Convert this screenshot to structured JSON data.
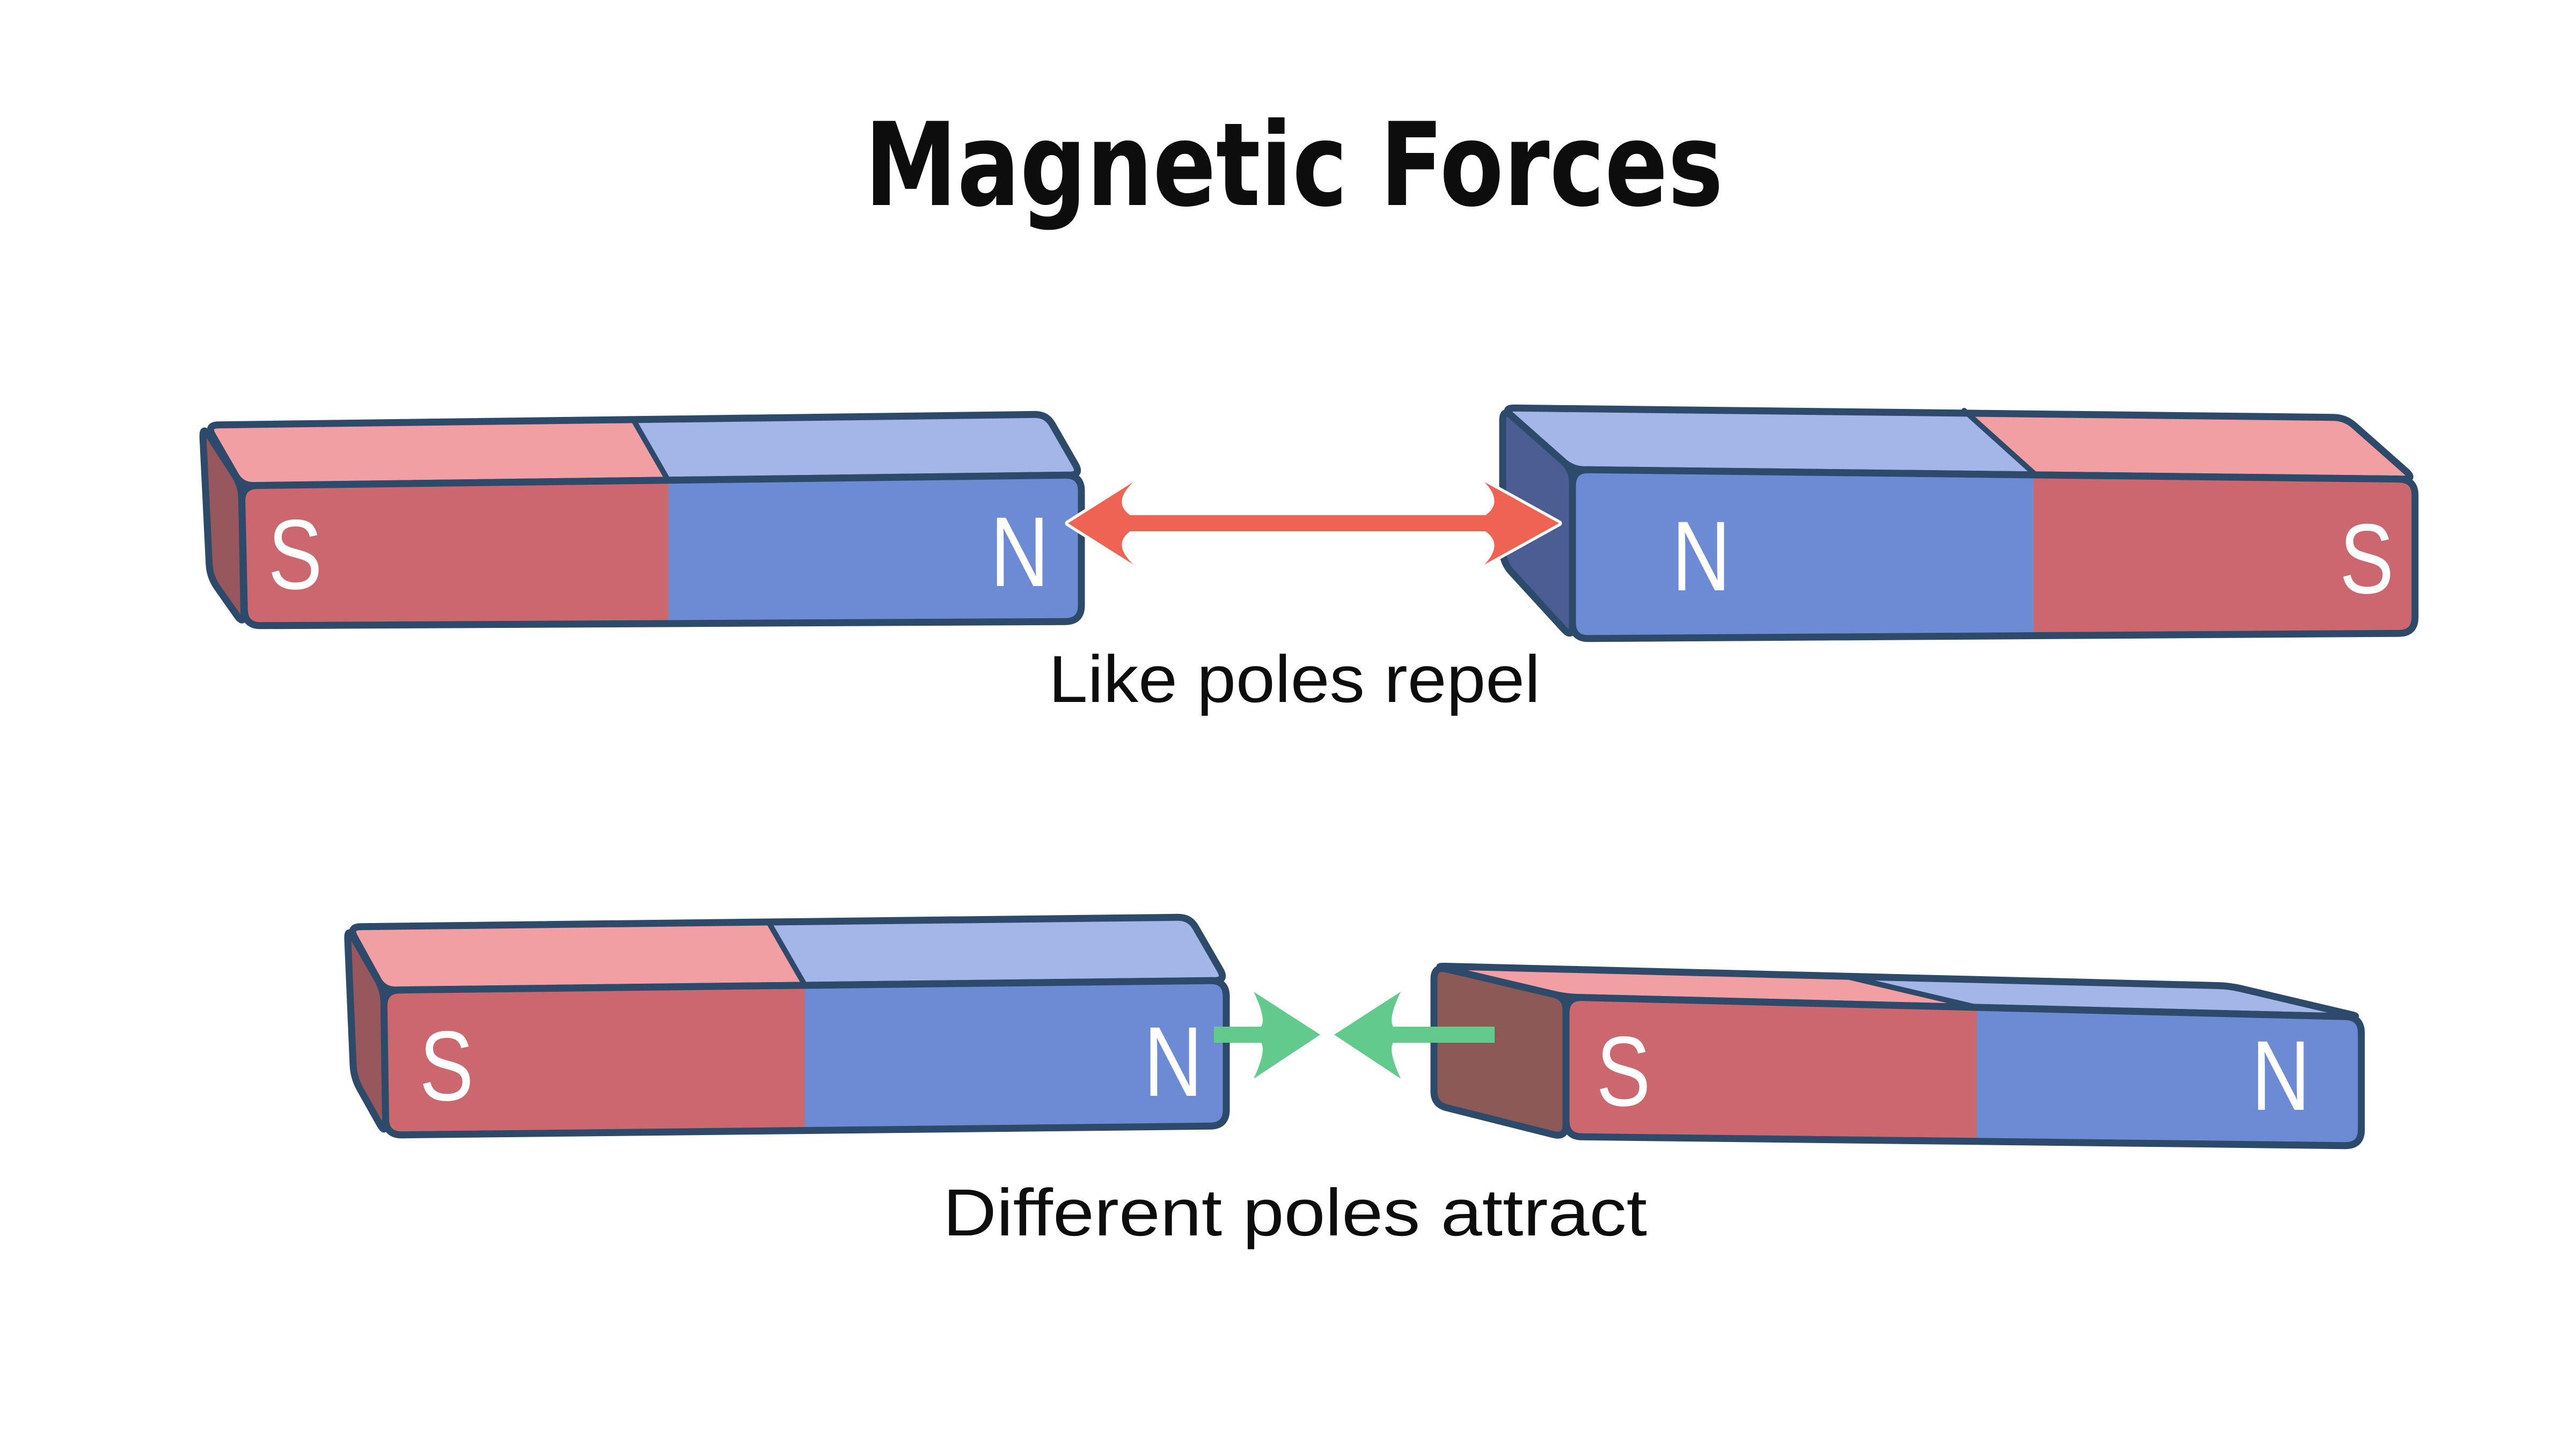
{
  "title": "Magnetic Forces",
  "sections": {
    "repel": {
      "caption": "Like poles repel"
    },
    "attract": {
      "caption": "Different poles attract"
    }
  },
  "magnets": {
    "top_left": {
      "left_pole": "S",
      "right_pole": "N"
    },
    "top_right": {
      "left_pole": "N",
      "right_pole": "S"
    },
    "bottom_left": {
      "left_pole": "S",
      "right_pole": "N"
    },
    "bottom_right": {
      "left_pole": "S",
      "right_pole": "N"
    }
  },
  "colors": {
    "background": "#ffffff",
    "text": "#0d0d0d",
    "outline": "#2e4a6b",
    "south_front": "#ca686d",
    "south_top": "#f29fa3",
    "south_end": "#96585c",
    "south_end_dark": "#8d5957",
    "north_front": "#6c8bd4",
    "north_top": "#a4b5e8",
    "north_end": "#4b5e93",
    "pole_label": "#ffffff",
    "repel_arrow": "#ee6352",
    "repel_arrow_outline": "#ffffff",
    "attract_arrow": "#62cb8c"
  }
}
